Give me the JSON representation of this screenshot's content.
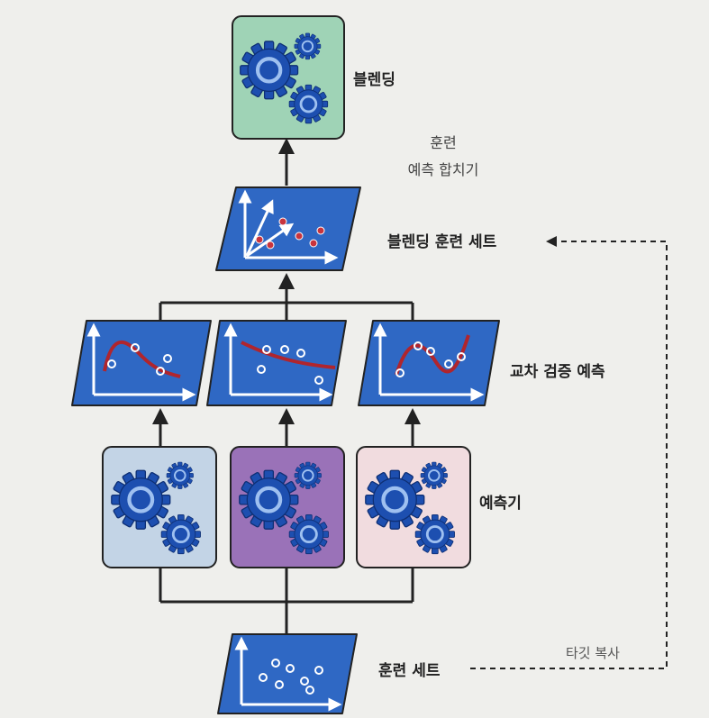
{
  "labels": {
    "blending": "블렌딩",
    "train_merge_line1": "훈련",
    "train_merge_line2": "예측 합치기",
    "blend_train_set": "블렌딩 훈련 세트",
    "cv_predictions": "교차 검증 예측",
    "predictors": "예측기",
    "train_set": "훈련 세트",
    "target_copy": "타깃 복사"
  },
  "icons": {
    "blender": "gears-icon",
    "predictor": "gears-icon",
    "dataset": "scatter-plot-icon",
    "prediction": "curve-plot-icon"
  },
  "colors": {
    "blender_fill": "#9fd3b6",
    "predictor_1_fill": "#c3d4e6",
    "predictor_2_fill": "#9a72b8",
    "predictor_3_fill": "#f1dcdf",
    "panel_fill": "#2f68c4",
    "gear_fill": "#1d4fb0",
    "curve": "#b0252d",
    "line": "#222222"
  }
}
